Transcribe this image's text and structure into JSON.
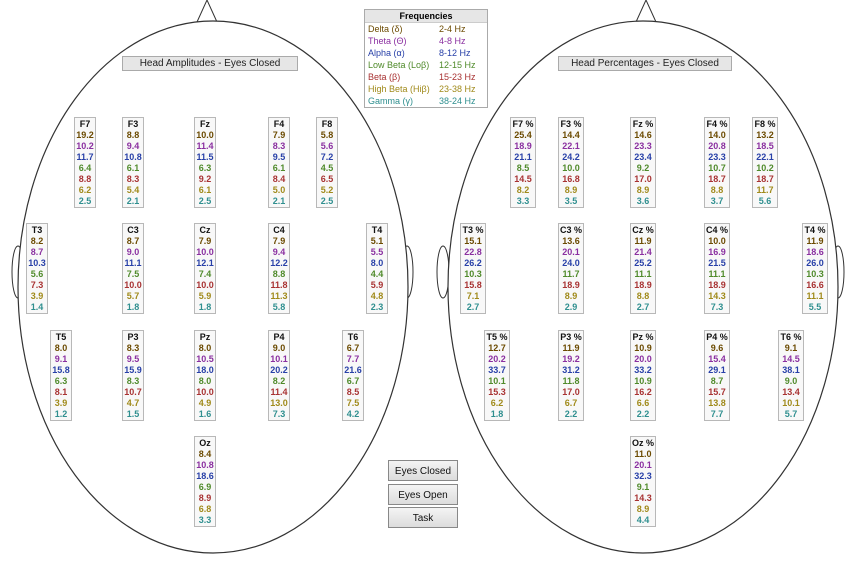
{
  "colors": {
    "label": "#111111",
    "delta": "#6b4a00",
    "theta": "#8a2fa0",
    "alpha": "#2840a8",
    "lowbeta": "#4f8a2a",
    "beta": "#a83232",
    "highbeta": "#a08a1a",
    "gamma": "#2f8f8f"
  },
  "legend": {
    "title": "Frequencies",
    "rows": [
      {
        "name": "Delta (δ)",
        "range": "2-4 Hz",
        "color": "#6b4a00"
      },
      {
        "name": "Theta (Θ)",
        "range": "4-8 Hz",
        "color": "#8a2fa0"
      },
      {
        "name": "Alpha (α)",
        "range": "8-12 Hz",
        "color": "#2840a8"
      },
      {
        "name": "Low Beta (Loβ)",
        "range": "12-15 Hz",
        "color": "#4f8a2a"
      },
      {
        "name": "Beta (β)",
        "range": "15-23 Hz",
        "color": "#a83232"
      },
      {
        "name": "High Beta (Hiβ)",
        "range": "23-38 Hz",
        "color": "#a08a1a"
      },
      {
        "name": "Gamma (γ)",
        "range": "38-24 Hz",
        "color": "#2f8f8f"
      }
    ]
  },
  "left_title": "Head Amplitudes - Eyes Closed",
  "right_title": "Head Percentages - Eyes Closed",
  "buttons": {
    "eyes_closed": "Eyes Closed",
    "eyes_open": "Eyes Open",
    "task": "Task"
  },
  "left_electrodes": [
    {
      "label": "F7",
      "values": [
        "19.2",
        "10.2",
        "11.7",
        "6.4",
        "8.8",
        "6.2",
        "2.5"
      ]
    },
    {
      "label": "F3",
      "values": [
        "8.8",
        "9.4",
        "10.8",
        "6.1",
        "8.3",
        "5.4",
        "2.1"
      ]
    },
    {
      "label": "Fz",
      "values": [
        "10.0",
        "11.4",
        "11.5",
        "6.3",
        "9.2",
        "6.1",
        "2.5"
      ]
    },
    {
      "label": "F4",
      "values": [
        "7.9",
        "8.3",
        "9.5",
        "6.1",
        "8.4",
        "5.0",
        "2.1"
      ]
    },
    {
      "label": "F8",
      "values": [
        "5.8",
        "5.6",
        "7.2",
        "4.5",
        "6.5",
        "5.2",
        "2.5"
      ]
    },
    {
      "label": "T3",
      "values": [
        "8.2",
        "8.7",
        "10.3",
        "5.6",
        "7.3",
        "3.9",
        "1.4"
      ]
    },
    {
      "label": "C3",
      "values": [
        "8.7",
        "9.0",
        "11.1",
        "7.5",
        "10.0",
        "5.7",
        "1.8"
      ]
    },
    {
      "label": "Cz",
      "values": [
        "7.9",
        "10.0",
        "12.1",
        "7.4",
        "10.0",
        "5.9",
        "1.8"
      ]
    },
    {
      "label": "C4",
      "values": [
        "7.9",
        "9.4",
        "12.2",
        "8.8",
        "11.8",
        "11.3",
        "5.8"
      ]
    },
    {
      "label": "T4",
      "values": [
        "5.1",
        "5.5",
        "8.0",
        "4.4",
        "5.9",
        "4.8",
        "2.3"
      ]
    },
    {
      "label": "T5",
      "values": [
        "8.0",
        "9.1",
        "15.8",
        "6.3",
        "8.1",
        "3.9",
        "1.2"
      ]
    },
    {
      "label": "P3",
      "values": [
        "8.3",
        "9.5",
        "15.9",
        "8.3",
        "10.7",
        "4.7",
        "1.5"
      ]
    },
    {
      "label": "Pz",
      "values": [
        "8.0",
        "10.5",
        "18.0",
        "8.0",
        "10.0",
        "4.9",
        "1.6"
      ]
    },
    {
      "label": "P4",
      "values": [
        "9.0",
        "10.1",
        "20.2",
        "8.2",
        "11.4",
        "13.0",
        "7.3"
      ]
    },
    {
      "label": "T6",
      "values": [
        "6.7",
        "7.7",
        "21.6",
        "6.7",
        "8.5",
        "7.5",
        "4.2"
      ]
    },
    {
      "label": "Oz",
      "values": [
        "8.4",
        "10.8",
        "18.6",
        "6.9",
        "8.9",
        "6.8",
        "3.3"
      ]
    }
  ],
  "right_electrodes": [
    {
      "label": "F7 %",
      "values": [
        "25.4",
        "18.9",
        "21.1",
        "8.5",
        "14.5",
        "8.2",
        "3.3"
      ]
    },
    {
      "label": "F3 %",
      "values": [
        "14.4",
        "22.1",
        "24.2",
        "10.0",
        "16.8",
        "8.9",
        "3.5"
      ]
    },
    {
      "label": "Fz %",
      "values": [
        "14.6",
        "23.3",
        "23.4",
        "9.2",
        "17.0",
        "8.9",
        "3.6"
      ]
    },
    {
      "label": "F4 %",
      "values": [
        "14.0",
        "20.8",
        "23.3",
        "10.7",
        "18.7",
        "8.8",
        "3.7"
      ]
    },
    {
      "label": "F8 %",
      "values": [
        "13.2",
        "18.5",
        "22.1",
        "10.2",
        "18.7",
        "11.7",
        "5.6"
      ]
    },
    {
      "label": "T3 %",
      "values": [
        "15.1",
        "22.8",
        "26.2",
        "10.3",
        "15.8",
        "7.1",
        "2.7"
      ]
    },
    {
      "label": "C3 %",
      "values": [
        "13.6",
        "20.1",
        "24.0",
        "11.7",
        "18.9",
        "8.9",
        "2.9"
      ]
    },
    {
      "label": "Cz %",
      "values": [
        "11.9",
        "21.4",
        "25.2",
        "11.1",
        "18.9",
        "8.8",
        "2.7"
      ]
    },
    {
      "label": "C4 %",
      "values": [
        "10.0",
        "16.9",
        "21.5",
        "11.1",
        "18.9",
        "14.3",
        "7.3"
      ]
    },
    {
      "label": "T4 %",
      "values": [
        "11.9",
        "18.6",
        "26.0",
        "10.3",
        "16.6",
        "11.1",
        "5.5"
      ]
    },
    {
      "label": "T5 %",
      "values": [
        "12.7",
        "20.2",
        "33.7",
        "10.1",
        "15.3",
        "6.2",
        "1.8"
      ]
    },
    {
      "label": "P3 %",
      "values": [
        "11.9",
        "19.2",
        "31.2",
        "11.8",
        "17.0",
        "6.7",
        "2.2"
      ]
    },
    {
      "label": "Pz %",
      "values": [
        "10.9",
        "20.0",
        "33.2",
        "10.9",
        "16.2",
        "6.6",
        "2.2"
      ]
    },
    {
      "label": "P4 %",
      "values": [
        "9.6",
        "15.4",
        "29.1",
        "8.7",
        "15.7",
        "13.8",
        "7.7"
      ]
    },
    {
      "label": "T6 %",
      "values": [
        "9.1",
        "14.5",
        "38.1",
        "9.0",
        "13.4",
        "10.1",
        "5.7"
      ]
    },
    {
      "label": "Oz %",
      "values": [
        "11.0",
        "20.1",
        "32.3",
        "9.1",
        "14.3",
        "8.9",
        "4.4"
      ]
    }
  ]
}
